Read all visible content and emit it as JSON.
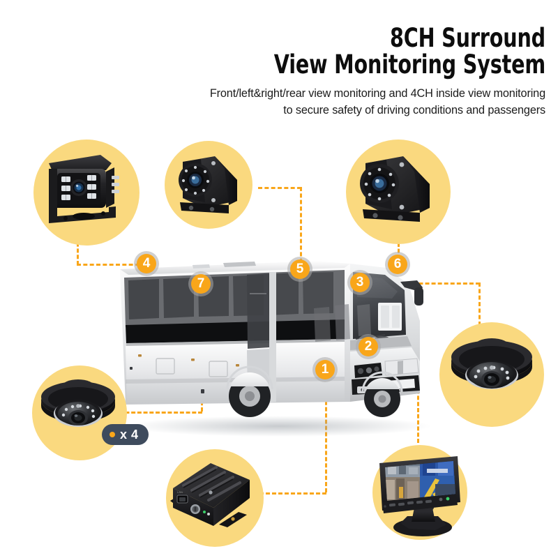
{
  "header": {
    "title_line1": "8CH Surround",
    "title_line2": "View Monitoring System",
    "subtitle_line1": "Front/left&right/rear view monitoring and 4CH inside view monitoring",
    "subtitle_line2": "to secure safety of driving conditions and passengers"
  },
  "colors": {
    "accent": "#f9a61a",
    "circle_bg": "#fad97f",
    "badge_ring": "#aaaaaa",
    "pill_bg": "#3e4b5d",
    "text": "#0d0d0d",
    "page_bg": "#ffffff"
  },
  "markers": [
    {
      "id": "1",
      "label": "1",
      "name": "front-view-camera-marker"
    },
    {
      "id": "2",
      "label": "2",
      "name": "windshield-monitor-marker"
    },
    {
      "id": "3",
      "label": "3",
      "name": "right-dome-camera-marker"
    },
    {
      "id": "4",
      "label": "4",
      "name": "rear-view-camera-marker"
    },
    {
      "id": "5",
      "label": "5",
      "name": "left-side-camera-marker"
    },
    {
      "id": "6",
      "label": "6",
      "name": "right-side-camera-marker"
    },
    {
      "id": "7",
      "label": "7",
      "name": "inside-dome-camera-marker"
    }
  ],
  "devices": [
    {
      "id": "rear-camera",
      "name": "rear-view-ir-camera",
      "marker": "4"
    },
    {
      "id": "side-camera-left",
      "name": "side-view-camera-left",
      "marker": "5"
    },
    {
      "id": "side-camera-right",
      "name": "side-view-camera-right",
      "marker": "6"
    },
    {
      "id": "dome-camera-right",
      "name": "dome-camera-right",
      "marker": "3"
    },
    {
      "id": "dome-camera-inside",
      "name": "dome-camera-inside",
      "marker": "7",
      "quantity_label": "x 4"
    },
    {
      "id": "mdvr",
      "name": "mobile-dvr-recorder",
      "marker": "1"
    },
    {
      "id": "monitor",
      "name": "seven-inch-monitor",
      "marker": "2"
    }
  ],
  "quantity_badge": {
    "text": "x 4"
  }
}
